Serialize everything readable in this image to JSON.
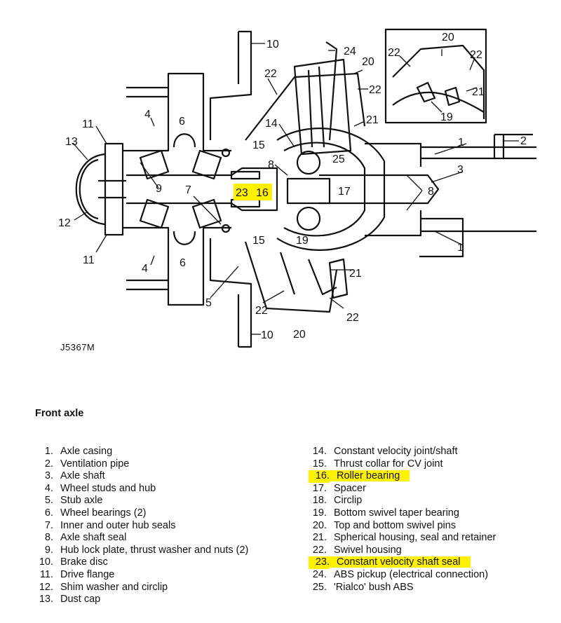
{
  "figure_code": "J5367M",
  "heading": "Front axle",
  "highlight_color": "#fff200",
  "callouts": [
    "1",
    "2",
    "3",
    "4",
    "5",
    "6",
    "7",
    "8",
    "9",
    "10",
    "11",
    "12",
    "13",
    "14",
    "15",
    "16",
    "17",
    "19",
    "20",
    "21",
    "22",
    "23",
    "24",
    "25"
  ],
  "legend_left": [
    {
      "num": "1.",
      "label": "Axle casing",
      "highlighted": false
    },
    {
      "num": "2.",
      "label": "Ventilation pipe",
      "highlighted": false
    },
    {
      "num": "3.",
      "label": "Axle shaft",
      "highlighted": false
    },
    {
      "num": "4.",
      "label": "Wheel studs and hub",
      "highlighted": false
    },
    {
      "num": "5.",
      "label": "Stub axle",
      "highlighted": false
    },
    {
      "num": "6.",
      "label": "Wheel bearings (2)",
      "highlighted": false
    },
    {
      "num": "7.",
      "label": "Inner and outer hub seals",
      "highlighted": false
    },
    {
      "num": "8.",
      "label": "Axle shaft seal",
      "highlighted": false
    },
    {
      "num": "9.",
      "label": "Hub lock plate, thrust washer and nuts (2)",
      "highlighted": false
    },
    {
      "num": "10.",
      "label": "Brake disc",
      "highlighted": false
    },
    {
      "num": "11.",
      "label": "Drive flange",
      "highlighted": false
    },
    {
      "num": "12.",
      "label": "Shim washer and circlip",
      "highlighted": false
    },
    {
      "num": "13.",
      "label": "Dust cap",
      "highlighted": false
    }
  ],
  "legend_right": [
    {
      "num": "14.",
      "label": "Constant velocity joint/shaft",
      "highlighted": false
    },
    {
      "num": "15.",
      "label": "Thrust collar for CV joint",
      "highlighted": false
    },
    {
      "num": "16.",
      "label": "Roller bearing",
      "highlighted": true
    },
    {
      "num": "17.",
      "label": "Spacer",
      "highlighted": false
    },
    {
      "num": "18.",
      "label": "Circlip",
      "highlighted": false
    },
    {
      "num": "19.",
      "label": "Bottom swivel taper bearing",
      "highlighted": false
    },
    {
      "num": "20.",
      "label": "Top and bottom swivel pins",
      "highlighted": false
    },
    {
      "num": "21.",
      "label": "Spherical housing, seal and retainer",
      "highlighted": false
    },
    {
      "num": "22.",
      "label": "Swivel housing",
      "highlighted": false
    },
    {
      "num": "23.",
      "label": "Constant velocity shaft seal",
      "highlighted": true
    },
    {
      "num": "24.",
      "label": "ABS pickup (electrical connection)",
      "highlighted": false
    },
    {
      "num": "25.",
      "label": "'Rialco' bush ABS",
      "highlighted": false
    }
  ]
}
